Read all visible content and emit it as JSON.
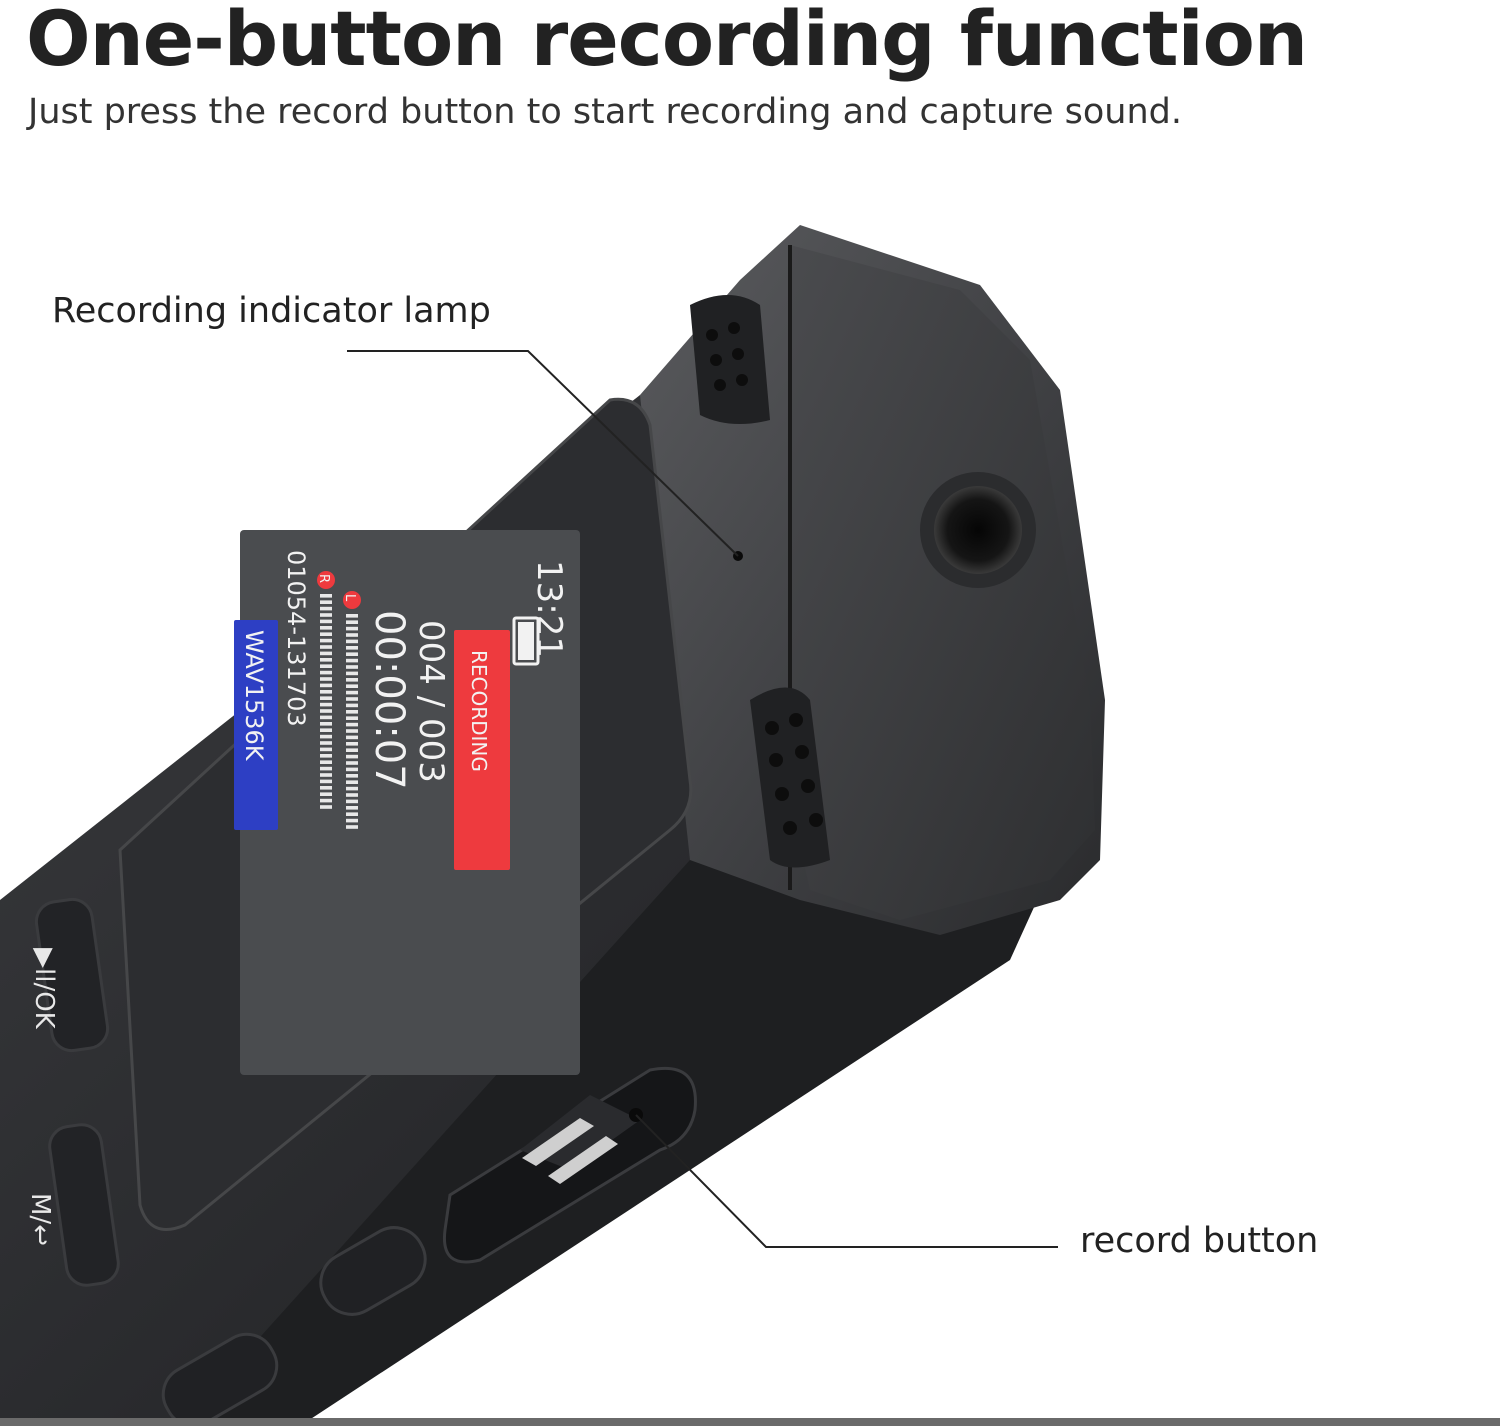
{
  "headline": "One-button recording function",
  "subline": "Just press the record button to start recording and capture sound.",
  "callouts": {
    "indicator_lamp": "Recording indicator lamp",
    "record_button": "record button"
  },
  "screen": {
    "time": "13:21",
    "status": "RECORDING",
    "file_counter": "004 / 003",
    "elapsed": "00:00:07",
    "channel_left": "L",
    "channel_right": "R",
    "file_name": "01054-131703",
    "format": "WAV1536K"
  },
  "buttons": {
    "play_ok_label": "▶ll/OK",
    "menu_label": "M/↩"
  },
  "colors": {
    "status_badge": "#ee3a3e",
    "format_badge": "#2d3fc4",
    "body": "#2a2b2e",
    "screen": "#4a4c4f"
  }
}
